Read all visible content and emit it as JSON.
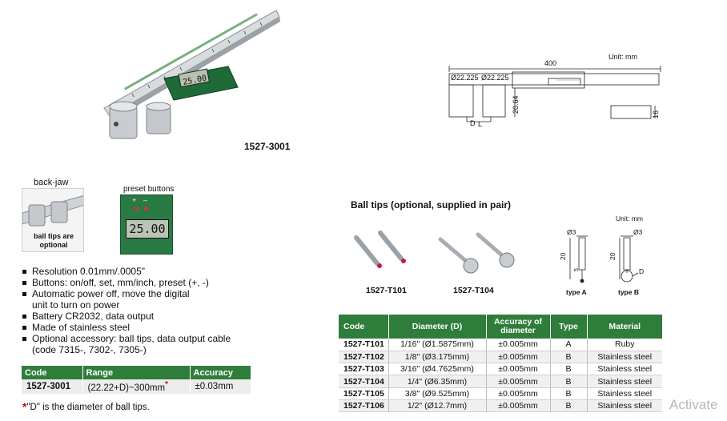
{
  "product": {
    "model": "1527-3001",
    "display_reading": "25.00"
  },
  "insets": {
    "back_jaw_label": "back-jaw",
    "ball_tips_note_line1": "ball tips are",
    "ball_tips_note_line2": "optional",
    "preset_label": "preset buttons",
    "preset_plus": "+",
    "preset_minus": "–",
    "preset_display": "25.00"
  },
  "features": [
    "Resolution 0.01mm/.0005\"",
    "Buttons: on/off, set, mm/inch, preset (+, -)",
    "Automatic power off, move the digital",
    "unit to turn on power",
    "Battery CR2032, data output",
    "Made of stainless steel",
    "Optional accessory: ball tips, data output cable",
    "(code 7315-, 7302-, 7305-)"
  ],
  "spec_table": {
    "headers": [
      "Code",
      "Range",
      "Accuracy"
    ],
    "rows": [
      {
        "code": "1527-3001",
        "range": "(22.22+D)~300mm",
        "asterisk": "*",
        "accuracy": "±0.03mm"
      }
    ],
    "footnote_mark": "*",
    "footnote_text": "\"D\" is the diameter of ball tips."
  },
  "drawing": {
    "unit": "Unit: mm",
    "length": "400",
    "dia_left": "Ø22.225",
    "dia_right": "Ø22.225",
    "height": "20.64",
    "label_d": "D",
    "label_l": "L",
    "thickness": "16"
  },
  "ball_tips": {
    "title": "Ball tips (optional, supplied in pair)",
    "tip1_code": "1527-T101",
    "tip2_code": "1527-T104",
    "unit": "Unit: mm",
    "type_a": {
      "dia": "Ø3",
      "height": "20",
      "dim5": "5",
      "label": "type A"
    },
    "type_b": {
      "dia": "Ø3",
      "height": "20",
      "label_d": "D",
      "label": "type B"
    }
  },
  "tip_table": {
    "headers": [
      "Code",
      "Diameter (D)",
      "Accuracy of diameter",
      "Type",
      "Material"
    ],
    "rows": [
      {
        "code": "1527-T101",
        "diameter": "1/16\" (Ø1.5875mm)",
        "accuracy": "±0.005mm",
        "type": "A",
        "material": "Ruby"
      },
      {
        "code": "1527-T102",
        "diameter": "1/8\" (Ø3.175mm)",
        "accuracy": "±0.005mm",
        "type": "B",
        "material": "Stainless steel"
      },
      {
        "code": "1527-T103",
        "diameter": "3/16\" (Ø4.7625mm)",
        "accuracy": "±0.005mm",
        "type": "B",
        "material": "Stainless steel"
      },
      {
        "code": "1527-T104",
        "diameter": "1/4\" (Ø6.35mm)",
        "accuracy": "±0.005mm",
        "type": "B",
        "material": "Stainless steel"
      },
      {
        "code": "1527-T105",
        "diameter": "3/8\" (Ø9.525mm)",
        "accuracy": "±0.005mm",
        "type": "B",
        "material": "Stainless steel"
      },
      {
        "code": "1527-T106",
        "diameter": "1/2\" (Ø12.7mm)",
        "accuracy": "±0.005mm",
        "type": "B",
        "material": "Stainless steel"
      }
    ]
  },
  "watermark": "Activate",
  "colors": {
    "header_green": "#2f7d3a",
    "asterisk_red": "#d40000",
    "ruby": "#c81848"
  }
}
